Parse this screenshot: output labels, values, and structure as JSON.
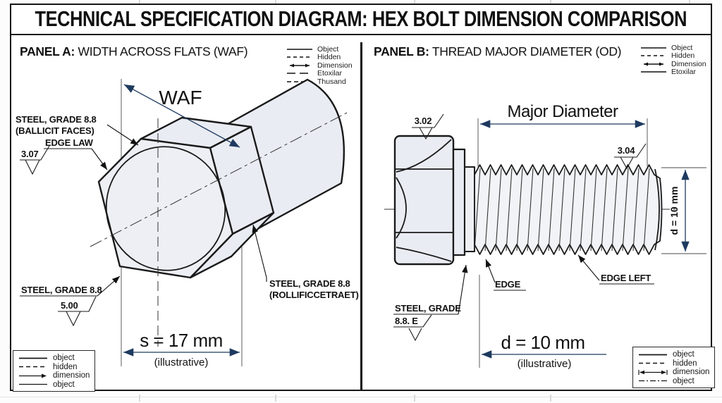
{
  "title": "TECHNICAL SPECIFICATION DIAGRAM: HEX BOLT DIMENSION COMPARISON",
  "panel_a": {
    "header_prefix": "PANEL A:",
    "header_rest": " WIDTH ACROSS FLATS (WAF)",
    "legend_top": [
      "Object",
      "Hidden",
      "Dimension",
      "Etoxilar",
      "Thusand"
    ],
    "labels": {
      "waf": "WAF",
      "steel_top_line1": "STEEL, GRADE 8.8",
      "steel_top_line2": "(BALLICIT FACES)",
      "edge_law": "EDGE LAW",
      "finish_top": "3.07",
      "steel_bottom": "STEEL, GRADE 8.8",
      "finish_bottom": "5.00",
      "steel_right_line1": "STEEL, GRADE 8.8",
      "steel_right_line2": "(ROLLIFICCETRAET)",
      "dim_value": "s = 17 mm",
      "dim_note": "(illustrative)"
    },
    "corner_legend": [
      "object",
      "hidden",
      "dimension",
      "object"
    ]
  },
  "panel_b": {
    "header_prefix": "PANEL B:",
    "header_rest": " THREAD MAJOR DIAMETER (OD)",
    "legend_top": [
      "Object",
      "Hidden",
      "Dimension",
      "Etoxilar"
    ],
    "labels": {
      "major_diameter": "Major Diameter",
      "finish_head": "3.02",
      "finish_thread": "3.04",
      "d_vertical": "d = 10 mm",
      "edge": "EDGE",
      "edge_left": "EDGE LEFT",
      "steel_line1": "STEEL, GRADE",
      "steel_line2": "8.8. E",
      "dim_value": "d = 10 mm",
      "dim_note": "(illustrative)"
    },
    "corner_legend": [
      "object",
      "hidden",
      "dimension",
      "object"
    ]
  },
  "colors": {
    "line": "#1a1a1a",
    "bolt_fill": "#e9ecf2",
    "dimension": "#1e3a5f"
  }
}
